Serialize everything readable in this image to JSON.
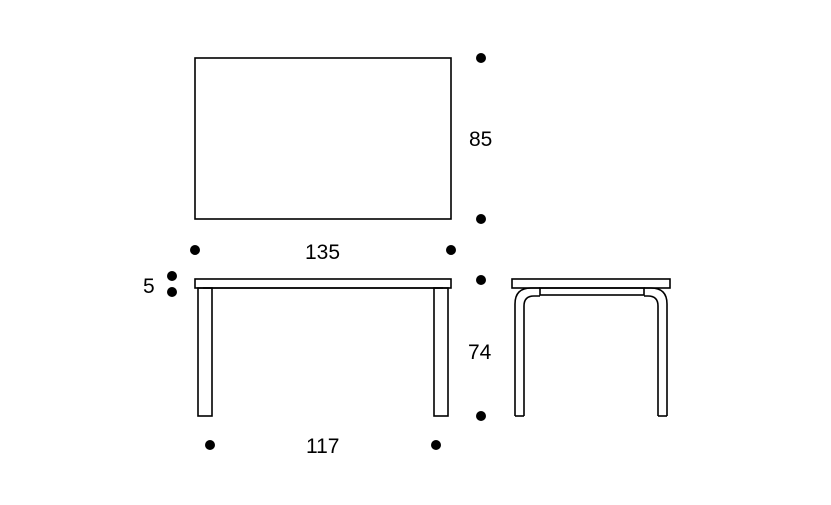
{
  "dimensions": {
    "top_depth": "85",
    "top_width": "135",
    "top_thickness": "5",
    "height": "74",
    "leg_span": "117"
  }
}
